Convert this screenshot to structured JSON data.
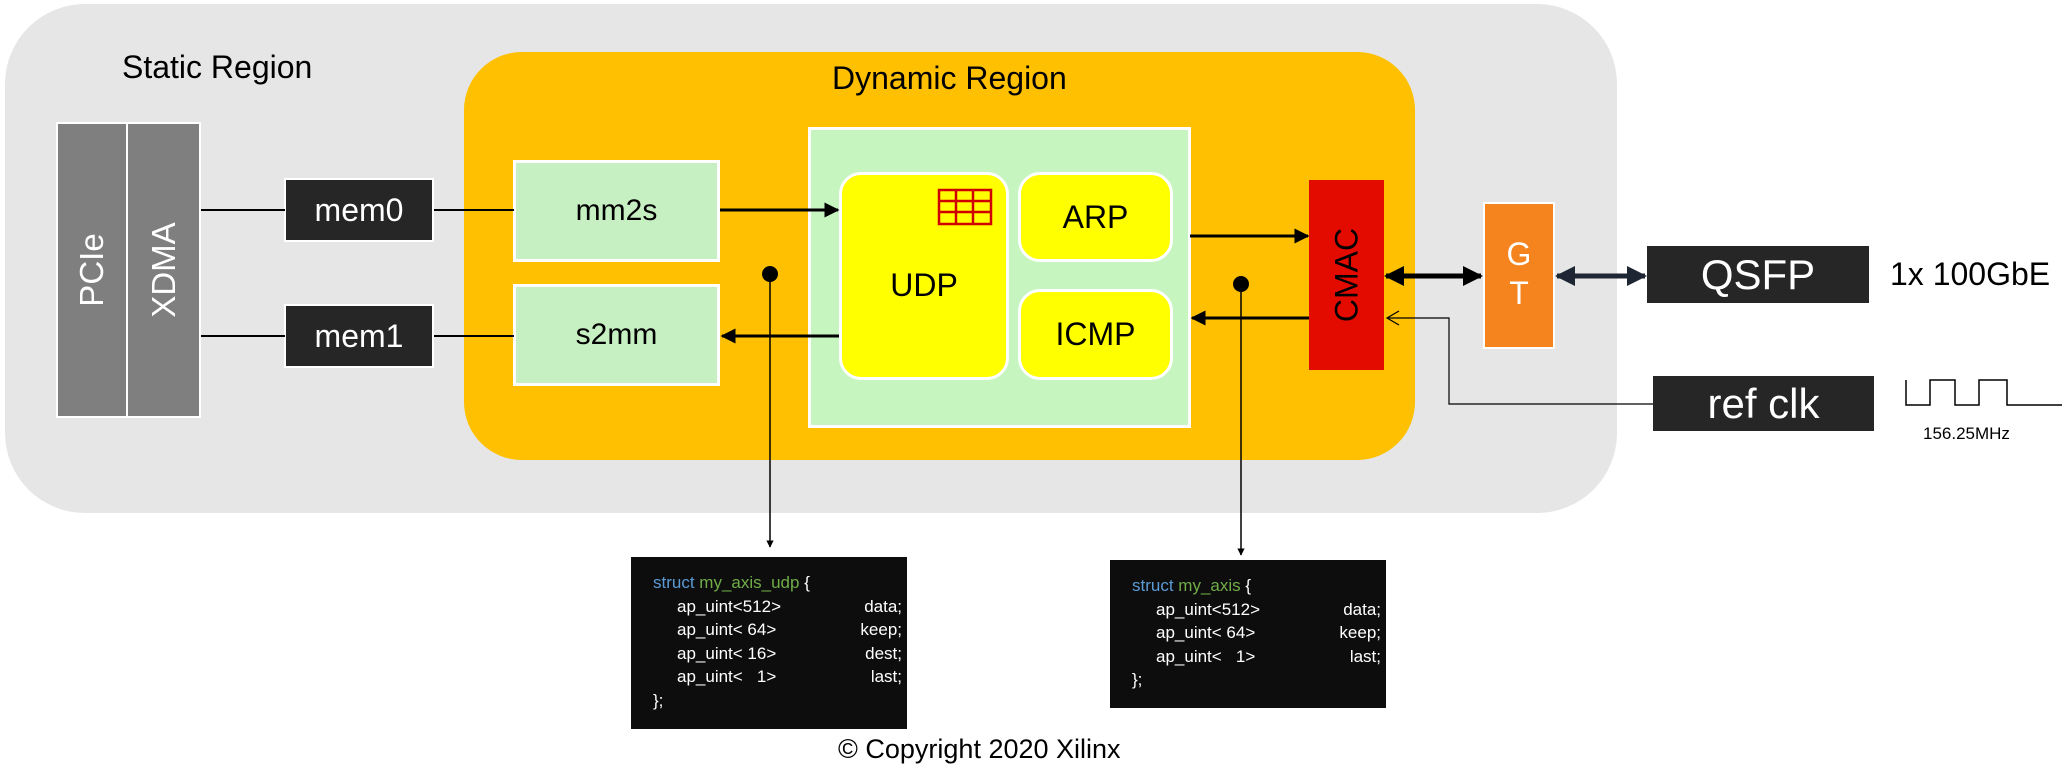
{
  "regions": {
    "static_title": "Static Region",
    "dynamic_title": "Dynamic Region"
  },
  "blocks": {
    "pcie": "PCIe",
    "xdma": "XDMA",
    "mem0": "mem0",
    "mem1": "mem1",
    "mm2s": "mm2s",
    "s2mm": "s2mm",
    "udp": "UDP",
    "arp": "ARP",
    "icmp": "ICMP",
    "cmac": "CMAC",
    "gt_top": "G",
    "gt_bottom": "T",
    "qsfp": "QSFP",
    "ref_clk": "ref clk"
  },
  "labels": {
    "link_speed": "1x 100GbE",
    "clock_freq": "156.25MHz",
    "copyright": "© Copyright 2020 Xilinx"
  },
  "code_udp": {
    "kw": "struct",
    "name": "my_axis_udp",
    "brace_open": " {",
    "fields": [
      {
        "type": "ap_uint<512>",
        "name": "data;"
      },
      {
        "type": "ap_uint< 64>",
        "name": "keep;"
      },
      {
        "type": "ap_uint< 16>",
        "name": "dest;"
      },
      {
        "type": "ap_uint<   1>",
        "name": "last;"
      }
    ],
    "brace_close": "};"
  },
  "code_axis": {
    "kw": "struct",
    "name": "my_axis",
    "brace_open": " {",
    "fields": [
      {
        "type": "ap_uint<512>",
        "name": "data;"
      },
      {
        "type": "ap_uint< 64>",
        "name": "keep;"
      },
      {
        "type": "ap_uint<   1>",
        "name": "last;"
      }
    ],
    "brace_close": "};"
  },
  "colors": {
    "static_region": "#e6e6e6",
    "dynamic_region": "#fec000",
    "cmac": "#e30a00",
    "gt": "#f5841f",
    "udp": "#ffff00",
    "struct_keyword": "#5b9bd5",
    "struct_name": "#70ad47"
  }
}
